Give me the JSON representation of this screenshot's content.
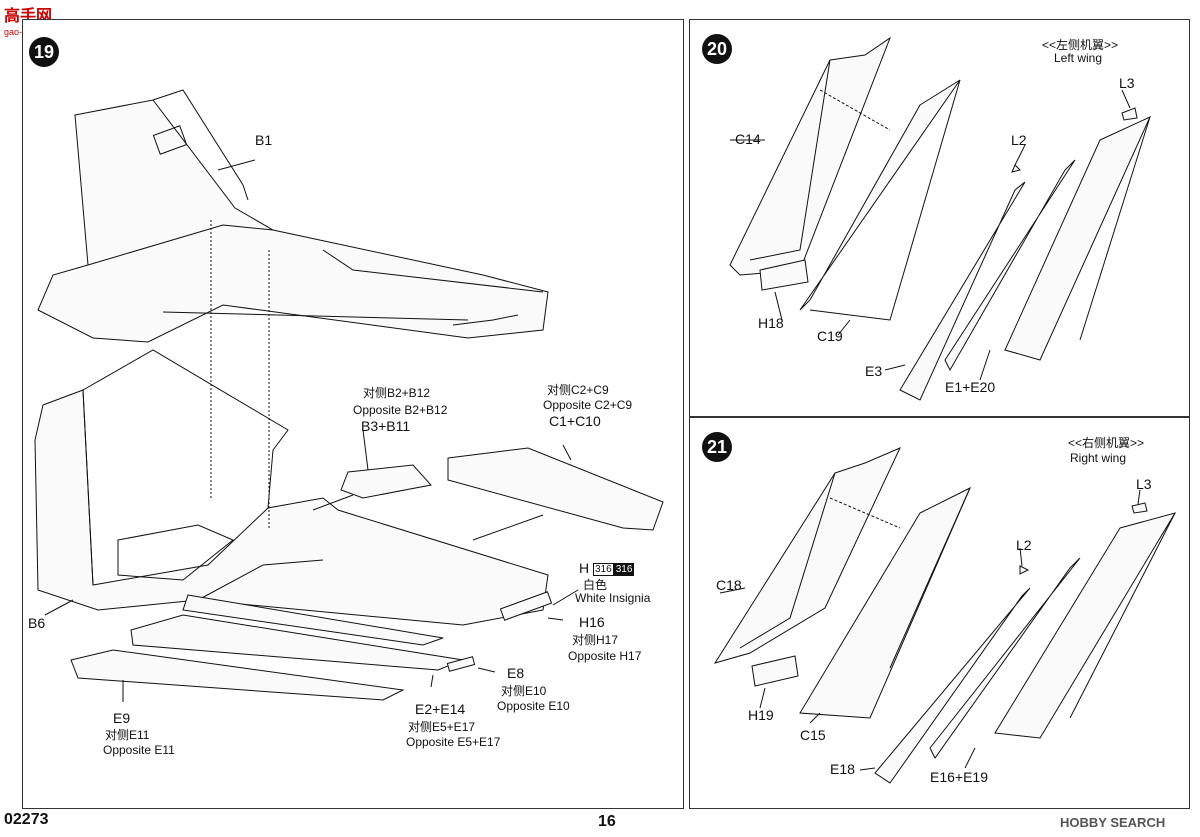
{
  "watermark_top": {
    "brand": "高手网",
    "url": "gao-shou.com"
  },
  "watermark_bottom": "HOBBY SEARCH",
  "footer": {
    "code": "02273",
    "page": "16"
  },
  "step19": {
    "number": "19",
    "labels": {
      "b1": "B1",
      "b6": "B6",
      "b3b11_cn": "对侧B2+B12",
      "b3b11_en": "Opposite B2+B12",
      "b3b11": "B3+B11",
      "c1c10_cn": "对侧C2+C9",
      "c1c10_en": "Opposite C2+C9",
      "c1c10": "C1+C10",
      "h": "H",
      "h_code1": "316",
      "h_code2": "316",
      "h_cn": "白色",
      "h_en": "White Insignia",
      "h16": "H16",
      "h16_cn": "对侧H17",
      "h16_en": "Opposite H17",
      "e8": "E8",
      "e8_cn": "对侧E10",
      "e8_en": "Opposite E10",
      "e2e14": "E2+E14",
      "e2e14_cn": "对侧E5+E17",
      "e2e14_en": "Opposite E5+E17",
      "e9": "E9",
      "e9_cn": "对侧E11",
      "e9_en": "Opposite E11"
    }
  },
  "step20": {
    "number": "20",
    "title_cn": "<<左侧机翼>>",
    "title_en": "Left wing",
    "labels": {
      "c14": "C14",
      "l2": "L2",
      "l3": "L3",
      "h18": "H18",
      "c19": "C19",
      "e3": "E3",
      "e1e20": "E1+E20"
    }
  },
  "step21": {
    "number": "21",
    "title_cn": "<<右侧机翼>>",
    "title_en": "Right wing",
    "labels": {
      "c18": "C18",
      "l2": "L2",
      "l3": "L3",
      "h19": "H19",
      "c15": "C15",
      "e18": "E18",
      "e16e19": "E16+E19"
    }
  }
}
